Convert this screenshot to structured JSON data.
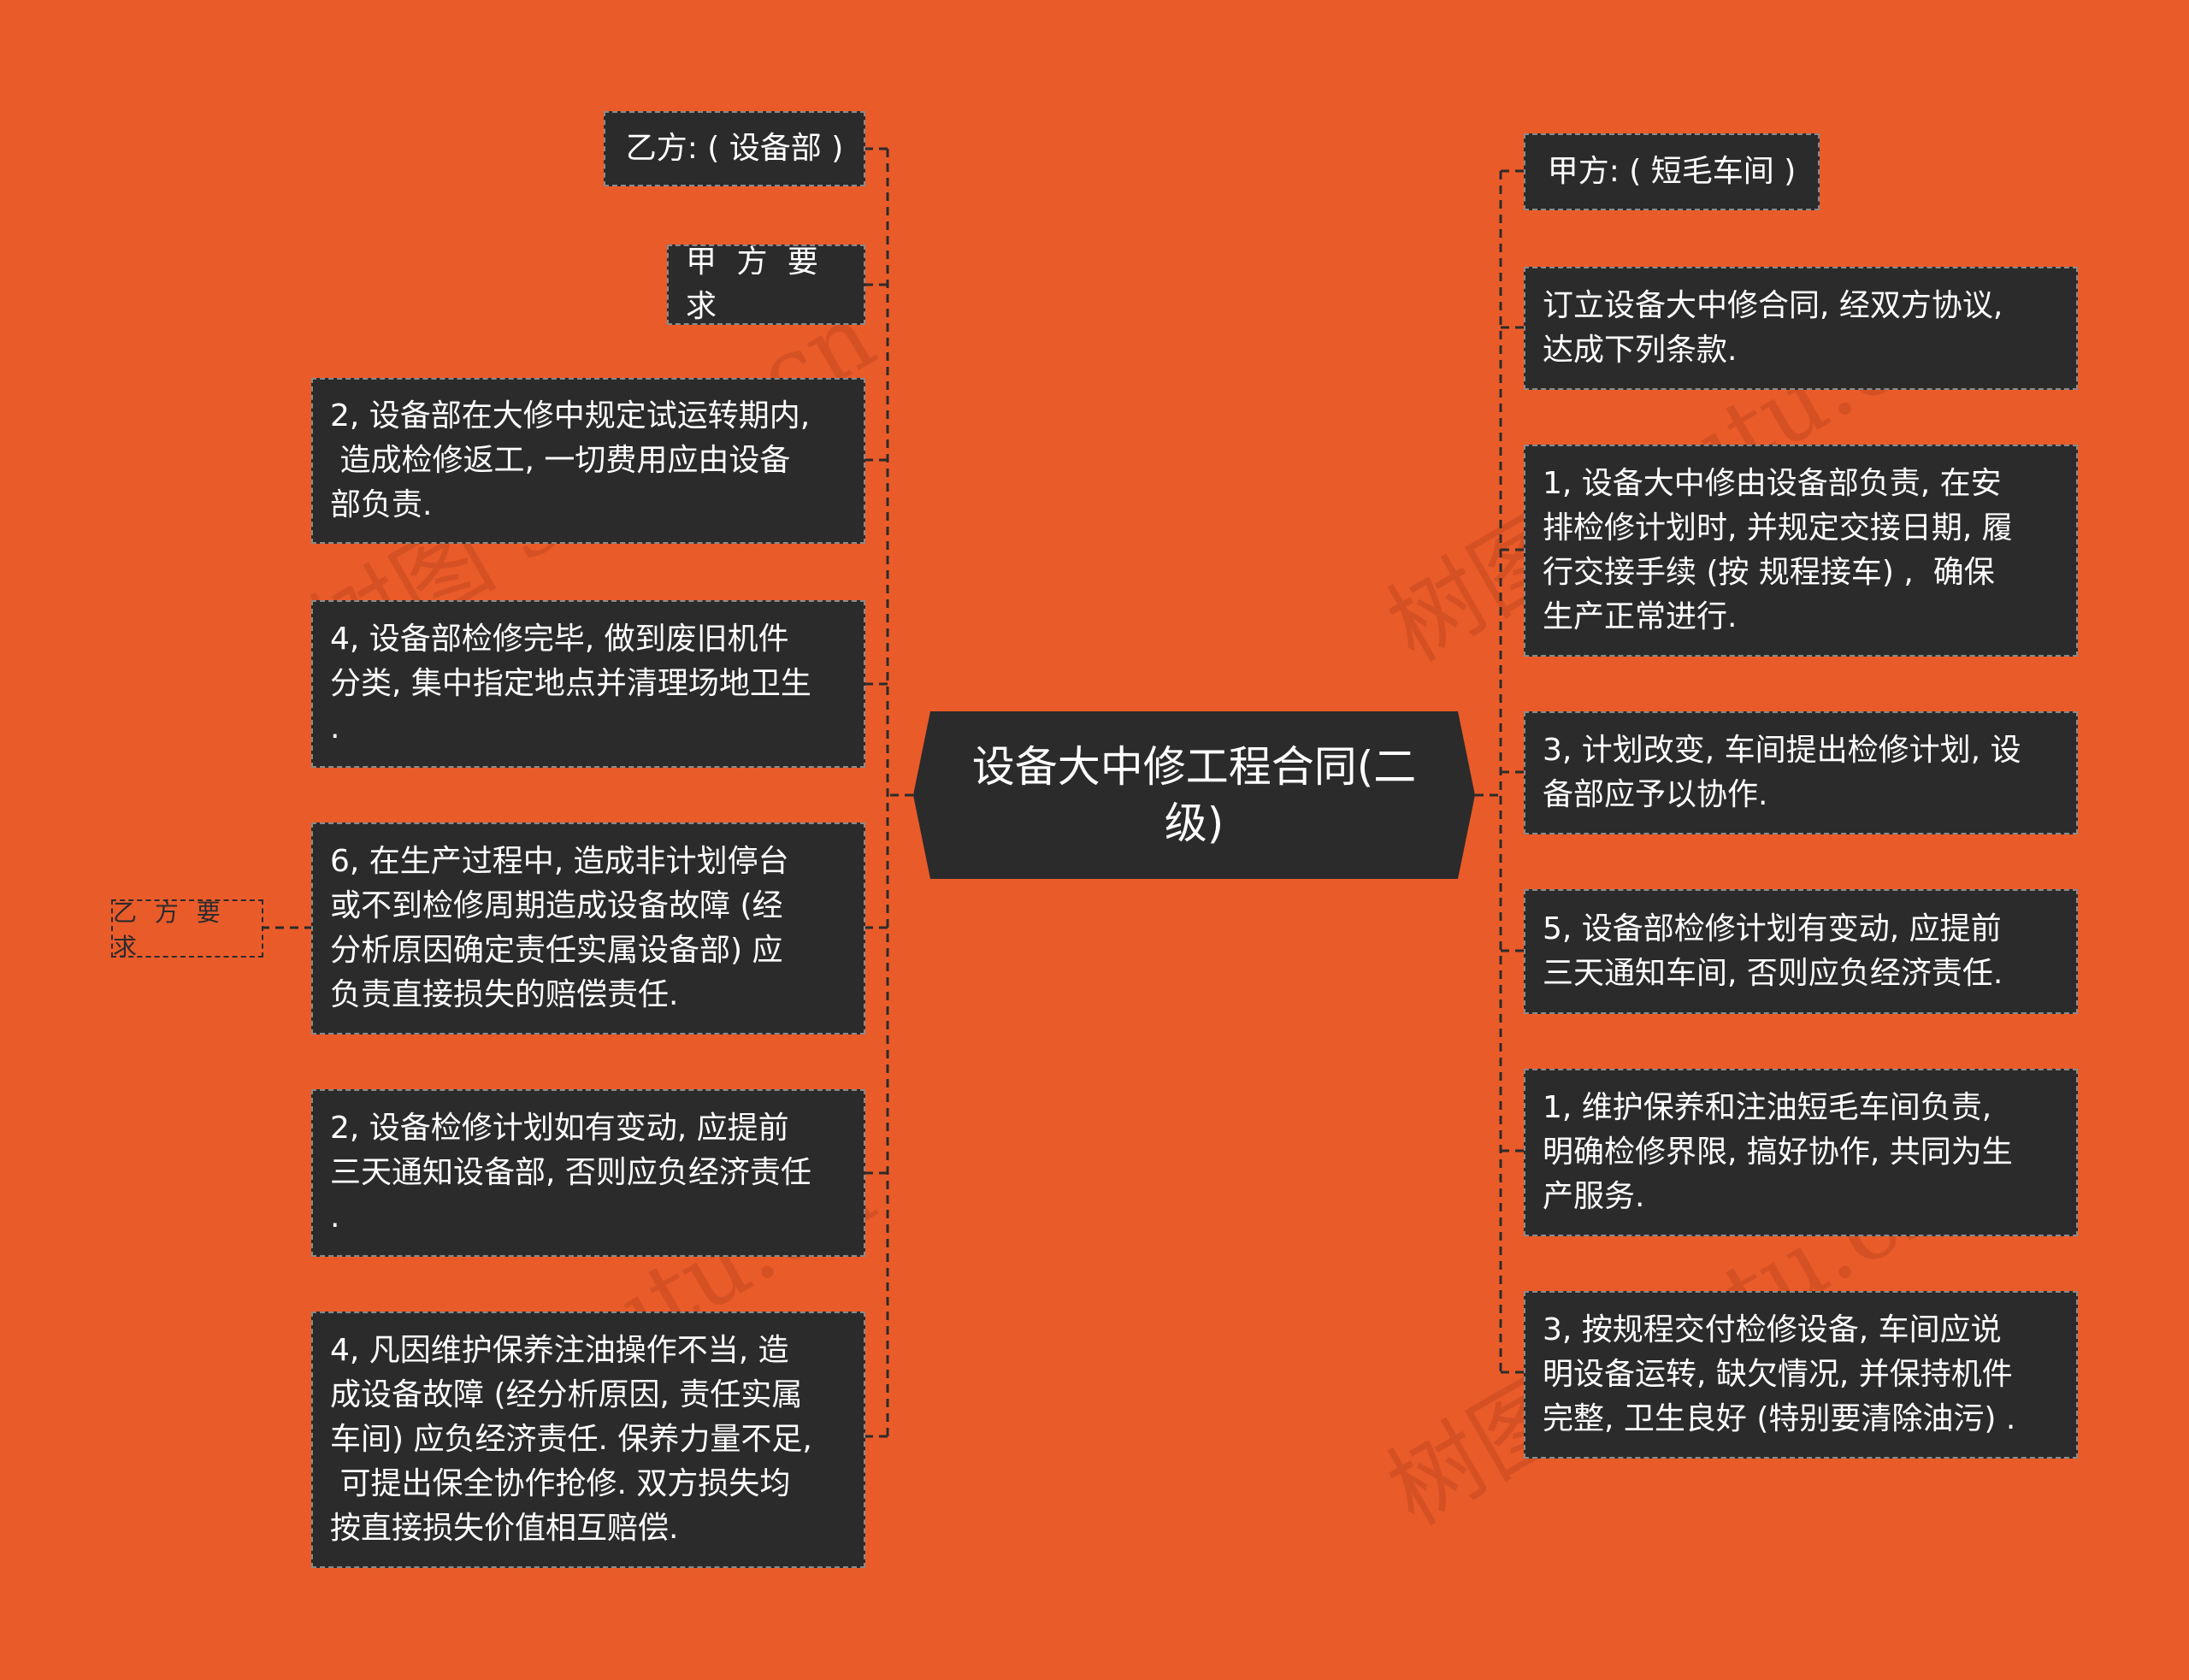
{
  "center": {
    "title": "设备大中修工程合同(二级)"
  },
  "left_nodes": [
    {
      "id": "l1",
      "text": "乙方: ( 设备部 )"
    },
    {
      "id": "l2",
      "text": "甲 方 要 求"
    },
    {
      "id": "l3",
      "text": "2, 设备部在大修中规定试运转期内,\n 造成检修返工, 一切费用应由设备\n部负责."
    },
    {
      "id": "l4",
      "text": "4, 设备部检修完毕, 做到废旧机件\n分类, 集中指定地点并清理场地卫生\n."
    },
    {
      "id": "l5",
      "text": "6, 在生产过程中, 造成非计划停台\n或不到检修周期造成设备故障 (经\n分析原因确定责任实属设备部) 应\n负责直接损失的赔偿责任."
    },
    {
      "id": "l6",
      "text": "2, 设备检修计划如有变动, 应提前\n三天通知设备部, 否则应负经济责任\n."
    },
    {
      "id": "l7",
      "text": "4, 凡因维护保养注油操作不当, 造\n成设备故障 (经分析原因, 责任实属\n车间) 应负经济责任. 保养力量不足,\n 可提出保全协作抢修. 双方损失均\n按直接损失价值相互赔偿."
    }
  ],
  "left_leaf": {
    "text": "乙 方 要 求"
  },
  "right_nodes": [
    {
      "id": "r1",
      "text": "甲方: ( 短毛车间 )"
    },
    {
      "id": "r2",
      "text": "订立设备大中修合同, 经双方协议,\n达成下列条款."
    },
    {
      "id": "r3",
      "text": "1, 设备大中修由设备部负责, 在安\n排检修计划时, 并规定交接日期, 履\n行交接手续 (按 规程接车) ,  确保\n生产正常进行."
    },
    {
      "id": "r4",
      "text": "3, 计划改变, 车间提出检修计划, 设\n备部应予以协作."
    },
    {
      "id": "r5",
      "text": "5, 设备部检修计划有变动, 应提前\n三天通知车间, 否则应负经济责任."
    },
    {
      "id": "r6",
      "text": "1, 维护保养和注油短毛车间负责,\n明确检修界限, 搞好协作, 共同为生\n产服务."
    },
    {
      "id": "r7",
      "text": "3, 按规程交付检修设备, 车间应说\n明设备运转, 缺欠情况, 并保持机件\n完整, 卫生良好 (特别要清除油污) ."
    }
  ],
  "watermark": {
    "text": "树图 shutu.cn"
  },
  "colors": {
    "background": "#EA5B2A",
    "node_fill": "#2B2B2B",
    "node_text": "#FFFFFF",
    "connector": "#2B2B2B"
  }
}
